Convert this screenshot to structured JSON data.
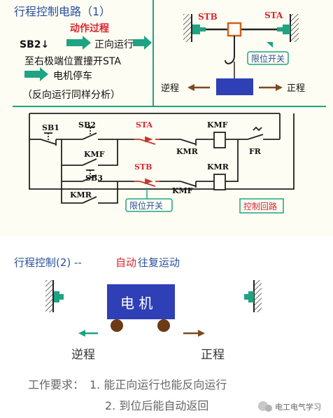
{
  "upper": {
    "title": "行程控制电路（1）",
    "action_heading": "动作过程",
    "step1_key": "SB2↓",
    "step1_result": "正向运行",
    "step2_text": "至右极端位置撞开STA",
    "step3_text": "电机停车",
    "note": "（反向运行同样分析）"
  },
  "mech": {
    "stb": "STB",
    "sta": "STA",
    "limit_switch": "限位开关",
    "reverse": "逆程",
    "forward": "正程"
  },
  "circuit": {
    "sb1": "SB1",
    "sb2": "SB2",
    "sb3": "SB3",
    "kmf_contact": "KMF",
    "kmr_contact": "KMR",
    "sta": "STA",
    "stb": "STB",
    "kmr_interlock": "KMR",
    "kmf_interlock": "KMF",
    "kmf_coil": "KMF",
    "kmr_coil": "KMR",
    "fr": "FR",
    "limit_switch": "限位开关",
    "control_loop": "控制回路"
  },
  "lower": {
    "title_prefix": "行程控制(2) --",
    "title_auto": "自动",
    "title_suffix": "往复运动",
    "motor": "电 机",
    "reverse": "逆程",
    "forward": "正程",
    "req_label": "工作要求：",
    "req1": "1. 能正向运行也能反向运行",
    "req2": "2. 到位后能自动返回"
  },
  "watermark": "电工电气学习",
  "colors": {
    "title_blue": "#2a4fa0",
    "teal": "#1fa381",
    "red": "#d8262f",
    "motor_blue": "#2f3fb5",
    "arrow_brown": "#7b4a20"
  }
}
